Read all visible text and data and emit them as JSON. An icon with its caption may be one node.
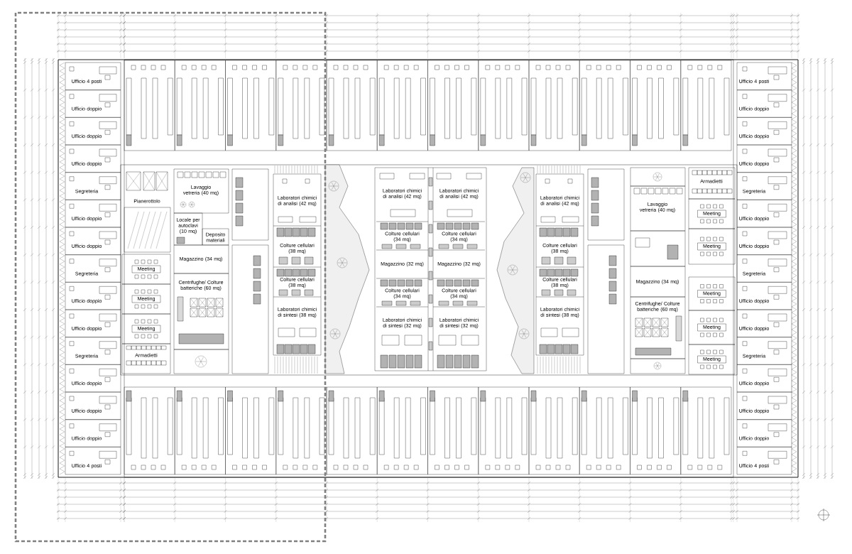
{
  "diagram": {
    "nodes": [
      {
        "text": [
          "Ufficio 4 posti"
        ]
      },
      {
        "text": [
          "Ufficio doppio"
        ]
      },
      {
        "text": [
          "Ufficio doppio"
        ]
      },
      {
        "text": [
          "Ufficio doppio"
        ]
      },
      {
        "text": [
          "Segreteria"
        ]
      },
      {
        "text": [
          "Ufficio doppio"
        ]
      },
      {
        "text": [
          "Ufficio doppio"
        ]
      },
      {
        "text": [
          "Segreteria"
        ]
      },
      {
        "text": [
          "Ufficio doppio"
        ]
      },
      {
        "text": [
          "Ufficio doppio"
        ]
      },
      {
        "text": [
          "Segreteria"
        ]
      },
      {
        "text": [
          "Ufficio doppio"
        ]
      },
      {
        "text": [
          "Ufficio doppio"
        ]
      },
      {
        "text": [
          "Ufficio doppio"
        ]
      },
      {
        "text": [
          "Ufficio 4 posti"
        ]
      },
      {
        "text": [
          "Pianerottolo"
        ]
      },
      {
        "text": [
          "Lavaggio vetreria (40 mq)"
        ]
      },
      {
        "text": [
          "Locale per autoclavi (10 mq)"
        ]
      },
      {
        "text": [
          "Deposito materiali"
        ]
      },
      {
        "text": [
          "Magazzino (34 mq)"
        ]
      },
      {
        "text": [
          "Centrifughe/ Colture batteriche (60 mq)"
        ]
      },
      {
        "text": [
          "Meeting"
        ]
      },
      {
        "text": [
          "Meeting"
        ]
      },
      {
        "text": [
          "Meeting"
        ]
      },
      {
        "text": [
          "Armadietti"
        ]
      },
      {
        "text": [
          "Laboratori chimici di analisi (42 mq)"
        ]
      },
      {
        "text": [
          "Colture cellulari (38 mq)"
        ]
      },
      {
        "text": [
          "Colture cellulari (38 mq)"
        ]
      },
      {
        "text": [
          "Laboratori chimici di sintesi (38 mq)"
        ]
      },
      {
        "text": [
          "Laboratori chimici di analisi (42 mq)"
        ]
      },
      {
        "text": [
          "Colture cellulari (34 mq)"
        ]
      },
      {
        "text": [
          "Magazzino (32 mq)"
        ]
      },
      {
        "text": [
          "Colture cellulari (34 mq)"
        ]
      },
      {
        "text": [
          "Laboratori chimici di sintesi (32 mq)"
        ]
      },
      {
        "text": [
          "Laboratori chimici di analisi (42 mq)"
        ]
      },
      {
        "text": [
          "Colture cellulari (34 mq)"
        ]
      },
      {
        "text": [
          "Magazzino (32 mq)"
        ]
      },
      {
        "text": [
          "Colture cellulari (34 mq)"
        ]
      },
      {
        "text": [
          "Laboratori chimici di sintesi (32 mq)"
        ]
      },
      {
        "text": [
          "Laboratori chimici di analisi (42 mq)"
        ]
      },
      {
        "text": [
          "Colture cellulari (38 mq)"
        ]
      },
      {
        "text": [
          "Colture cellulari (38 mq)"
        ]
      },
      {
        "text": [
          "Laboratori chimici di sintesi (38 mq)"
        ]
      },
      {
        "text": [
          "Lavaggio vetreria (40 mq)"
        ]
      },
      {
        "text": [
          "Magazzino (34 mq)"
        ]
      },
      {
        "text": [
          "Centrifughe/ Colture batteriche (60 mq)"
        ]
      },
      {
        "text": [
          "Armadietti"
        ]
      },
      {
        "text": [
          "Meeting"
        ]
      },
      {
        "text": [
          "Meeting"
        ]
      },
      {
        "text": [
          "Meeting"
        ]
      },
      {
        "text": [
          "Meeting"
        ]
      },
      {
        "text": [
          "Meeting"
        ]
      },
      {
        "text": [
          "Ufficio 4 posti"
        ]
      },
      {
        "text": [
          "Ufficio doppio"
        ]
      },
      {
        "text": [
          "Ufficio doppio"
        ]
      },
      {
        "text": [
          "Ufficio doppio"
        ]
      },
      {
        "text": [
          "Segreteria"
        ]
      },
      {
        "text": [
          "Ufficio doppio"
        ]
      },
      {
        "text": [
          "Ufficio doppio"
        ]
      },
      {
        "text": [
          "Segreteria"
        ]
      },
      {
        "text": [
          "Ufficio doppio"
        ]
      },
      {
        "text": [
          "Ufficio doppio"
        ]
      },
      {
        "text": [
          "Segreteria"
        ]
      },
      {
        "text": [
          "Ufficio doppio"
        ]
      },
      {
        "text": [
          "Ufficio doppio"
        ]
      },
      {
        "text": [
          "Ufficio doppio"
        ]
      },
      {
        "text": [
          "Ufficio 4 posti"
        ]
      }
    ]
  }
}
